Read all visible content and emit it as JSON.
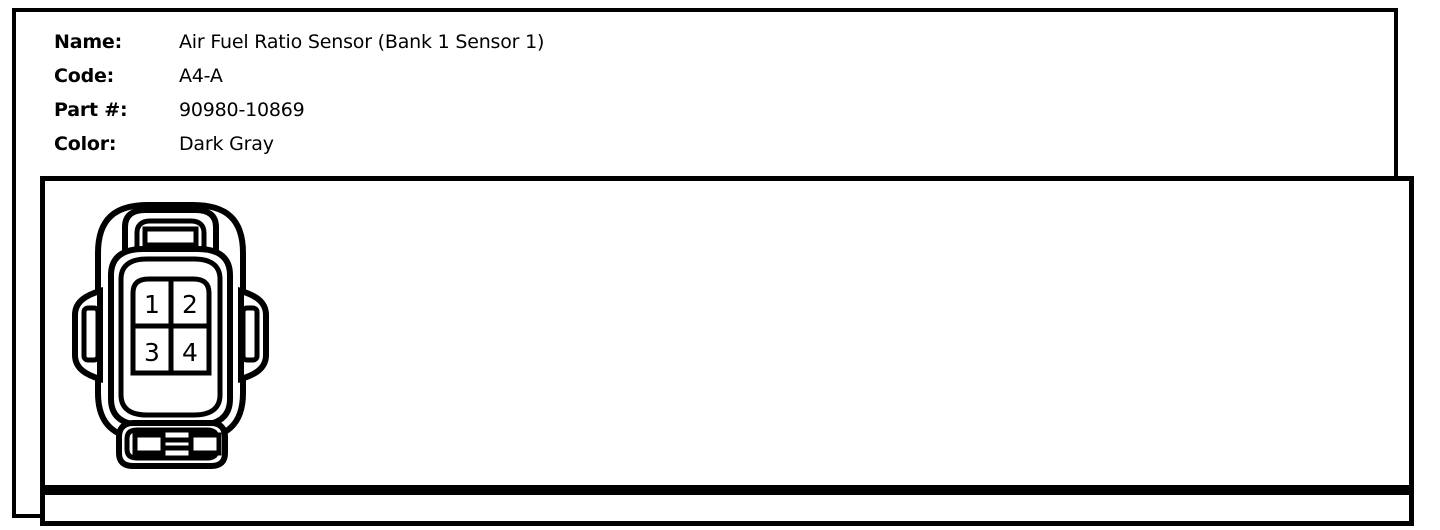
{
  "card": {
    "title_region": "connector-spec-card"
  },
  "info": {
    "rows": [
      {
        "label": "Name:",
        "value": "Air Fuel Ratio Sensor (Bank 1 Sensor 1)"
      },
      {
        "label": "Code:",
        "value": "A4-A"
      },
      {
        "label": "Part #:",
        "value": "90980-10869"
      },
      {
        "label": "Color:",
        "value": "Dark Gray"
      }
    ]
  },
  "diagram": {
    "name": "connector-face-view",
    "cavity_count": 4,
    "layout": "2x2",
    "pins": [
      {
        "number": "1",
        "row": 0,
        "col": 0
      },
      {
        "number": "2",
        "row": 0,
        "col": 1
      },
      {
        "number": "3",
        "row": 1,
        "col": 0
      },
      {
        "number": "4",
        "row": 1,
        "col": 1
      }
    ],
    "features": {
      "top_lock_tab": "locking-tab",
      "bottom_tab": "bottom-retainer-tab",
      "left_wing": "side-latch-left",
      "right_wing": "side-latch-right"
    }
  },
  "colors": {
    "ink": "#000000",
    "paper": "#ffffff"
  }
}
